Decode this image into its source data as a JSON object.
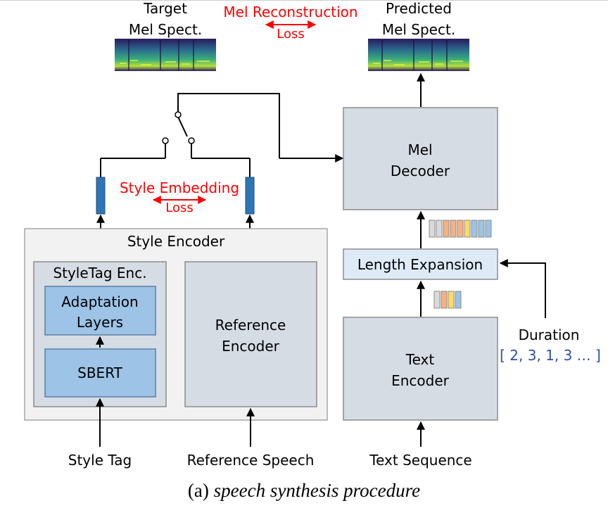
{
  "top": {
    "target_line1": "Target",
    "target_line2": "Mel Spect.",
    "loss_line1": "Mel Reconstruction",
    "loss_line2": "Loss",
    "predicted_line1": "Predicted",
    "predicted_line2": "Mel Spect."
  },
  "style_embedding": {
    "line1": "Style Embedding",
    "line2": "Loss"
  },
  "style_encoder": {
    "title": "Style Encoder",
    "styletag_title": "StyleTag Enc.",
    "adaptation_line1": "Adaptation",
    "adaptation_line2": "Layers",
    "sbert": "SBERT",
    "reference_line1": "Reference",
    "reference_line2": "Encoder"
  },
  "mel_decoder": {
    "line1": "Mel",
    "line2": "Decoder"
  },
  "length_expansion": "Length Expansion",
  "text_encoder": {
    "line1": "Text",
    "line2": "Encoder"
  },
  "duration": {
    "label": "Duration",
    "values": "[ 2, 3, 1, 3 … ]"
  },
  "inputs": {
    "style_tag": "Style Tag",
    "reference_speech": "Reference Speech",
    "text_sequence": "Text Sequence"
  },
  "caption": {
    "prefix": "(a) ",
    "text": "speech synthesis procedure"
  },
  "colors": {
    "red": "#ff0000",
    "blue_text": "#2f4ea8",
    "embedding_bar": "#2e75b6",
    "gray_box": "#d6dce4",
    "light_blue_box": "#9dc3e6",
    "light_box": "#deebf7",
    "style_encoder_bg": "#f2f2f2"
  }
}
